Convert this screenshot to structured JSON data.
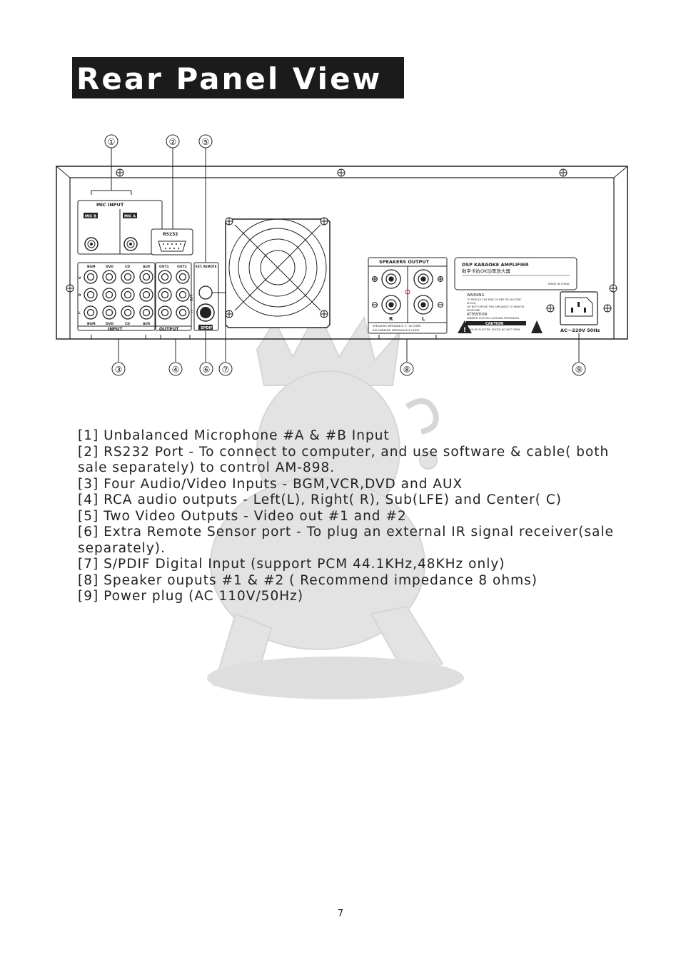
{
  "page": {
    "title": "Rear Panel View",
    "page_number": "7"
  },
  "callouts": {
    "top": [
      "①",
      "②",
      "⑤"
    ],
    "bottom": [
      "③",
      "④",
      "⑥",
      "⑦",
      "⑧",
      "⑨"
    ]
  },
  "panel": {
    "mic_input_label": "MIC INPUT",
    "mic_b_label": "MIC B",
    "mic_a_label": "MIC A",
    "rs232_label": "RS232",
    "av_columns": [
      "BGM",
      "DVD",
      "CD",
      "AUX"
    ],
    "av_side_letters": [
      "V",
      "R",
      "L"
    ],
    "input_label": "INPUT",
    "output_columns": [
      "OUT1",
      "OUT2"
    ],
    "output_label": "OUTPUT",
    "output_side_letters": [
      "LFE",
      "C"
    ],
    "ext_remote_label": "EXT. REMOTE",
    "spdif_label": "SPDIF",
    "speakers_output_label": "SPEAKERS OUTPUT",
    "speaker_r": "R",
    "speaker_l": "L",
    "speaker_impedance_line1": "SPEAKERS IMPEDANCE 4~16 OHMS",
    "speaker_impedance_line2": "RECOMMEND IMPEDANCE 8 OHMS",
    "product_name": "DSP KARAOKE AMPLIFIER",
    "product_name_cn": "数字卡拉OK功率放大器",
    "made_in": "MADE IN CHINA",
    "warning_title": "WARNING",
    "warning_text_1": "TO REDUCE THE RISK OF FIRE OR ELECTRIC",
    "warning_text_2": "SHOCK,",
    "warning_text_3": "DO NOT EXPOSE THIS APPLIANCE TO RAIN OR",
    "warning_text_4": "MOISTURE.",
    "attention_title": "ATTENTION",
    "attention_text": "DANGER: ELECTRO-LUTIONIC PRESENCED",
    "caution_label": "CAUTION",
    "caution_text": "RISK OF ELECTRIC SHOCK DO NOT OPEN",
    "power_label": "AC～220V 50Hz"
  },
  "legend": [
    "[1] Unbalanced Microphone #A & #B Input",
    "[2] RS232 Port - To connect to computer, and use software & cable( both sale separately) to control AM-898.",
    "[3] Four Audio/Video Inputs - BGM,VCR,DVD and AUX",
    "[4] RCA audio outputs - Left(L), Right( R), Sub(LFE) and Center( C)",
    "[5] Two Video Outputs - Video out #1 and #2",
    "[6] Extra Remote Sensor port - To plug an external IR signal receiver(sale separately).",
    "[7] S/PDIF Digital Input (support PCM 44.1KHz,48KHz only)",
    "[8] Speaker ouputs #1 & #2 ( Recommend impedance 8 ohms)",
    "[9] Power plug (AC 110V/50Hz)"
  ]
}
